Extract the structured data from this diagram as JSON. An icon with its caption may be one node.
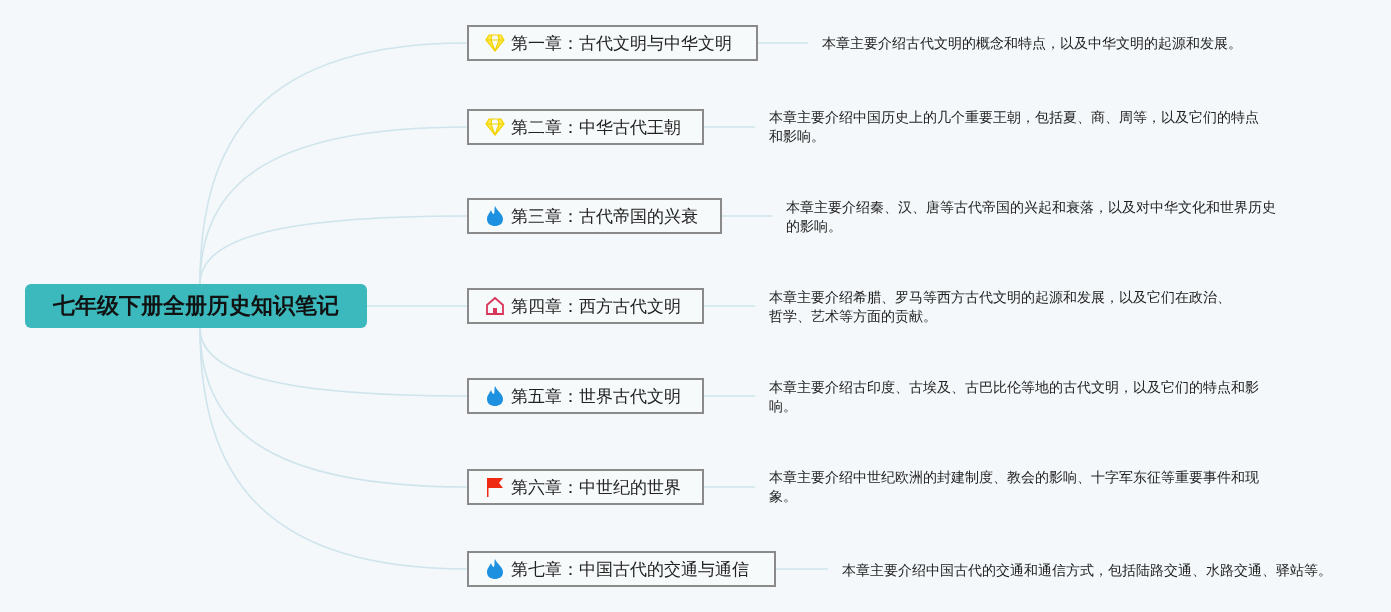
{
  "diagram": {
    "nodes": [
      {
        "text": [
          "七年级下册全册历史知识笔记"
        ]
      },
      {
        "text": [
          "第一章：古代文明与中华文明"
        ]
      },
      {
        "text": [
          "第二章：中华古代王朝"
        ]
      },
      {
        "text": [
          "第三章：古代帝国的兴衰"
        ]
      },
      {
        "text": [
          "第四章：西方古代文明"
        ]
      },
      {
        "text": [
          "第五章：世界古代文明"
        ]
      },
      {
        "text": [
          "第六章：中世纪的世界"
        ]
      },
      {
        "text": [
          "第七章：中国古代的交通与通信"
        ]
      },
      {
        "text": [
          "本章主要介绍古代文明的概念和特点，以及中华文明的起源和发展。"
        ]
      },
      {
        "text": [
          "本章主要介绍中国历史上的几个重要王朝，包括夏、商、周等，以及它们的特点和影响。"
        ]
      },
      {
        "text": [
          "本章主要介绍秦、汉、唐等古代帝国的兴起和衰落，以及对中华文化和世界历史的影响。"
        ]
      },
      {
        "text": [
          "本章主要介绍希腊、罗马等西方古代文明的起源和发展，以及它们在政治、哲学、艺术等方面的贡献。"
        ]
      },
      {
        "text": [
          "本章主要介绍古印度、古埃及、古巴比伦等地的古代文明，以及它们的特点和影响。"
        ]
      },
      {
        "text": [
          "本章主要介绍中世纪欧洲的封建制度、教会的影响、十字军东征等重要事件和现象。"
        ]
      },
      {
        "text": [
          "本章主要介绍中国古代的交通和通信方式，包括陆路交通、水路交通、驿站等。"
        ]
      }
    ],
    "edges": [
      {
        "from": 0,
        "to": 1,
        "arrow": "none"
      },
      {
        "from": 0,
        "to": 2,
        "arrow": "none"
      },
      {
        "from": 0,
        "to": 3,
        "arrow": "none"
      },
      {
        "from": 0,
        "to": 4,
        "arrow": "none"
      },
      {
        "from": 0,
        "to": 5,
        "arrow": "none"
      },
      {
        "from": 0,
        "to": 6,
        "arrow": "none"
      },
      {
        "from": 0,
        "to": 7,
        "arrow": "none"
      },
      {
        "from": 1,
        "to": 8,
        "arrow": "none"
      },
      {
        "from": 2,
        "to": 9,
        "arrow": "none"
      },
      {
        "from": 3,
        "to": 10,
        "arrow": "none"
      },
      {
        "from": 4,
        "to": 11,
        "arrow": "none"
      },
      {
        "from": 5,
        "to": 12,
        "arrow": "none"
      },
      {
        "from": 6,
        "to": 13,
        "arrow": "none"
      },
      {
        "from": 7,
        "to": 14,
        "arrow": "none"
      }
    ]
  }
}
